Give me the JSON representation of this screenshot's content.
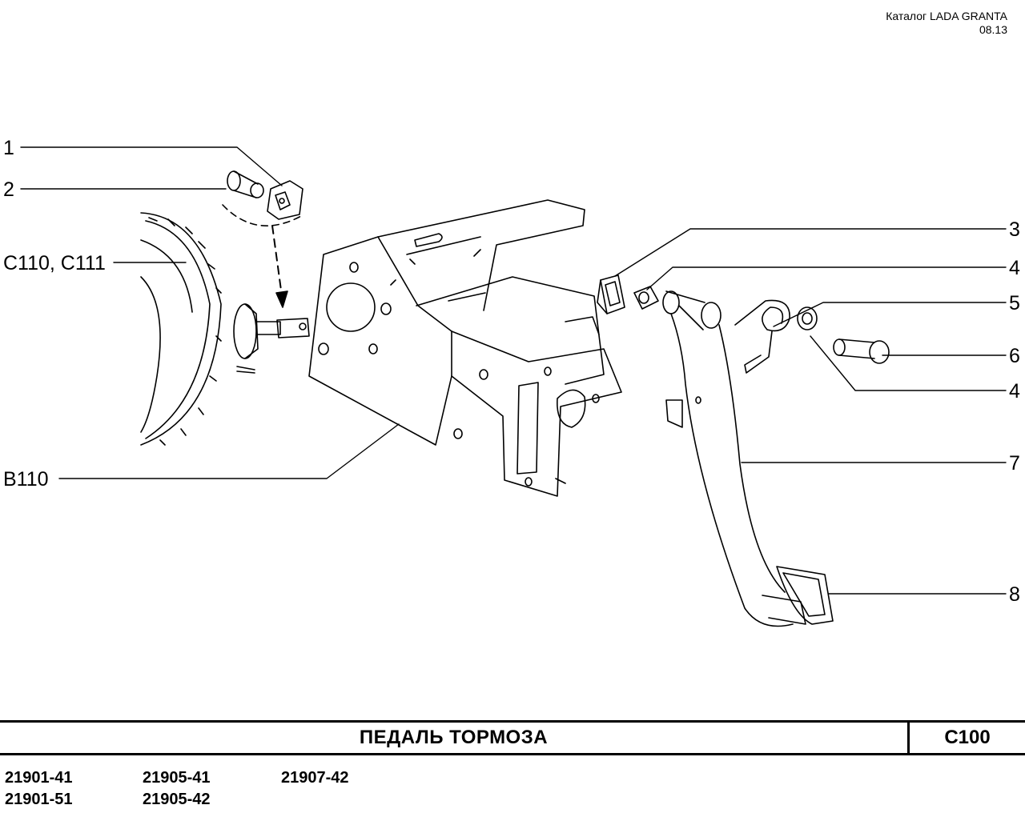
{
  "header": {
    "catalog": "Каталог  LADA  GRANTA",
    "date": "08.13"
  },
  "callouts": [
    "1",
    "2",
    "С110, С111",
    "В110",
    "3",
    "4",
    "5",
    "6",
    "4",
    "7",
    "8"
  ],
  "title": "ПЕДАЛЬ   ТОРМОЗА",
  "page_code": "С100",
  "models": [
    "21901-41",
    "21905-41",
    "21907-42",
    "21901-51",
    "21905-42"
  ]
}
